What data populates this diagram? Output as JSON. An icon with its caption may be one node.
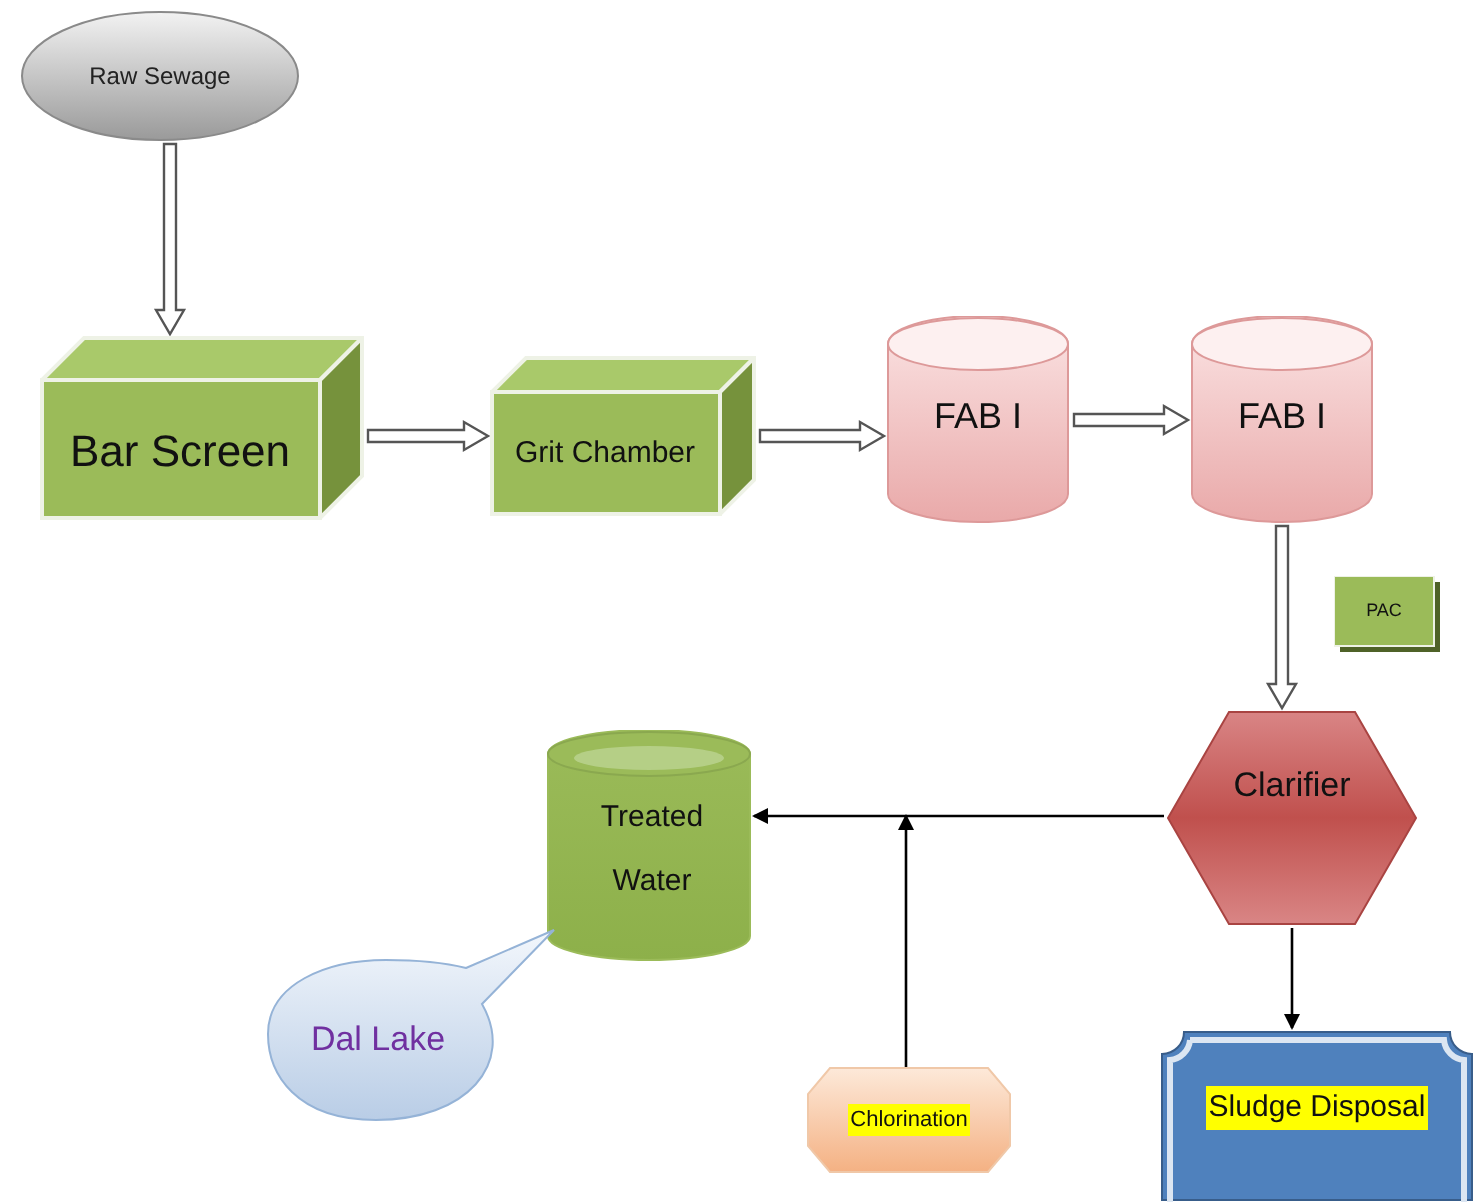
{
  "diagram": {
    "nodes": [
      {
        "text": [
          "Raw Sewage"
        ]
      },
      {
        "text": [
          "Bar Screen"
        ]
      },
      {
        "text": [
          "Grit Chamber"
        ]
      },
      {
        "text": [
          "FAB I"
        ]
      },
      {
        "text": [
          "FAB I"
        ]
      },
      {
        "text": [
          "PAC"
        ]
      },
      {
        "text": [
          "Clarifier"
        ]
      },
      {
        "text": [
          "Treated Water"
        ]
      },
      {
        "text": [
          "Dal Lake"
        ]
      },
      {
        "text": [
          "Chlorination"
        ]
      },
      {
        "text": [
          "Sludge Disposal"
        ]
      }
    ],
    "edges": [
      {
        "from": 0,
        "to": 1,
        "arrow": "to",
        "style": "thick"
      },
      {
        "from": 1,
        "to": 2,
        "arrow": "to",
        "style": "thick"
      },
      {
        "from": 2,
        "to": 3,
        "arrow": "to",
        "style": "thick"
      },
      {
        "from": 3,
        "to": 4,
        "arrow": "to",
        "style": "thick"
      },
      {
        "from": 4,
        "to": 6,
        "arrow": "to",
        "style": "thick"
      },
      {
        "from": 6,
        "to": 7,
        "arrow": "to"
      },
      {
        "from": 9,
        "to": null,
        "arrow": "to"
      },
      {
        "from": 6,
        "to": 10,
        "arrow": "to"
      }
    ]
  }
}
